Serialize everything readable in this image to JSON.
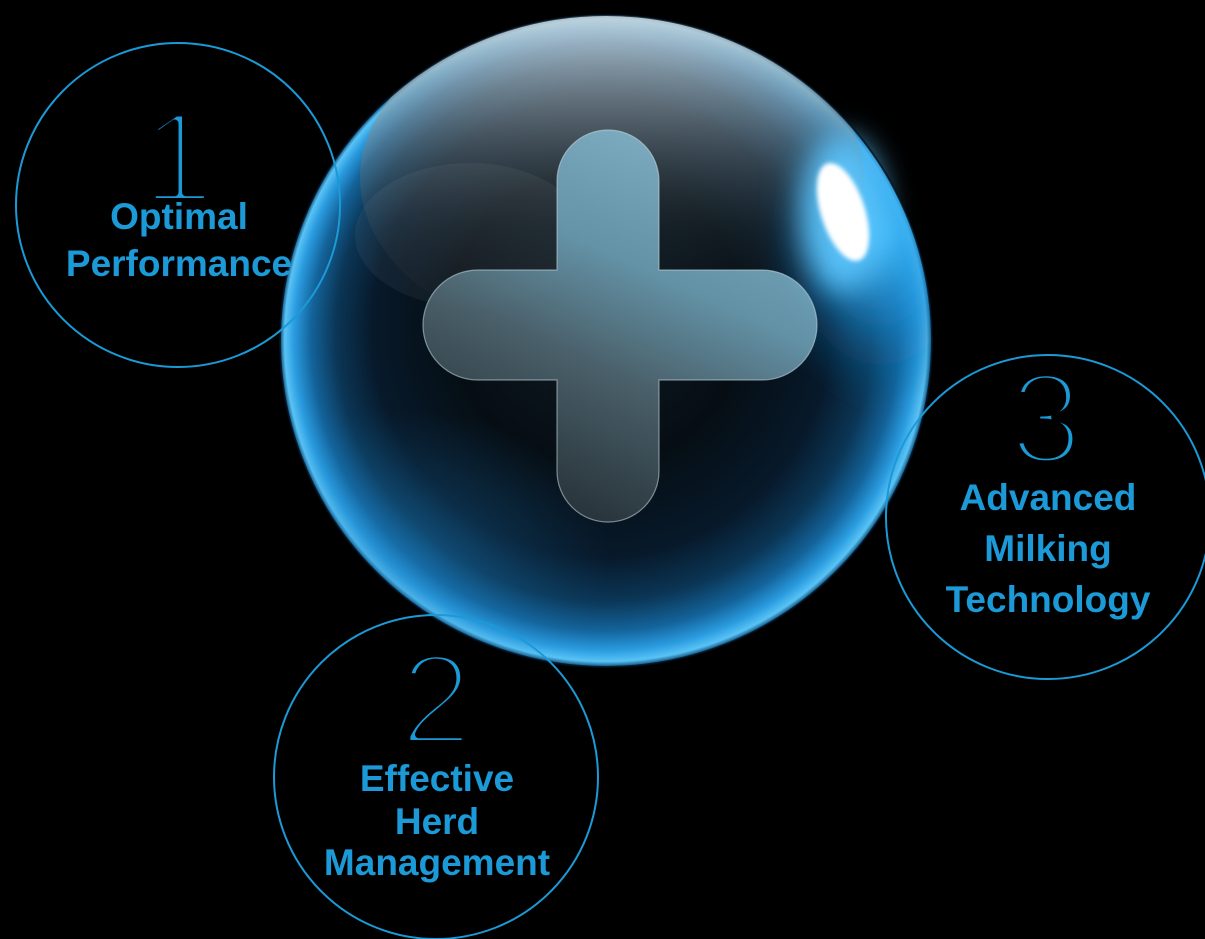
{
  "colors": {
    "background": "#000000",
    "accent": "#1b9ad7",
    "sphere_rim": "#2aa0e0"
  },
  "center_icon": "plus-icon",
  "features": [
    {
      "number": "1",
      "label_lines": [
        "Optimal",
        "Performance"
      ]
    },
    {
      "number": "2",
      "label_lines": [
        "Effective",
        "Herd",
        "Management"
      ]
    },
    {
      "number": "3",
      "label_lines": [
        "Advanced",
        "Milking",
        "Technology"
      ]
    }
  ]
}
